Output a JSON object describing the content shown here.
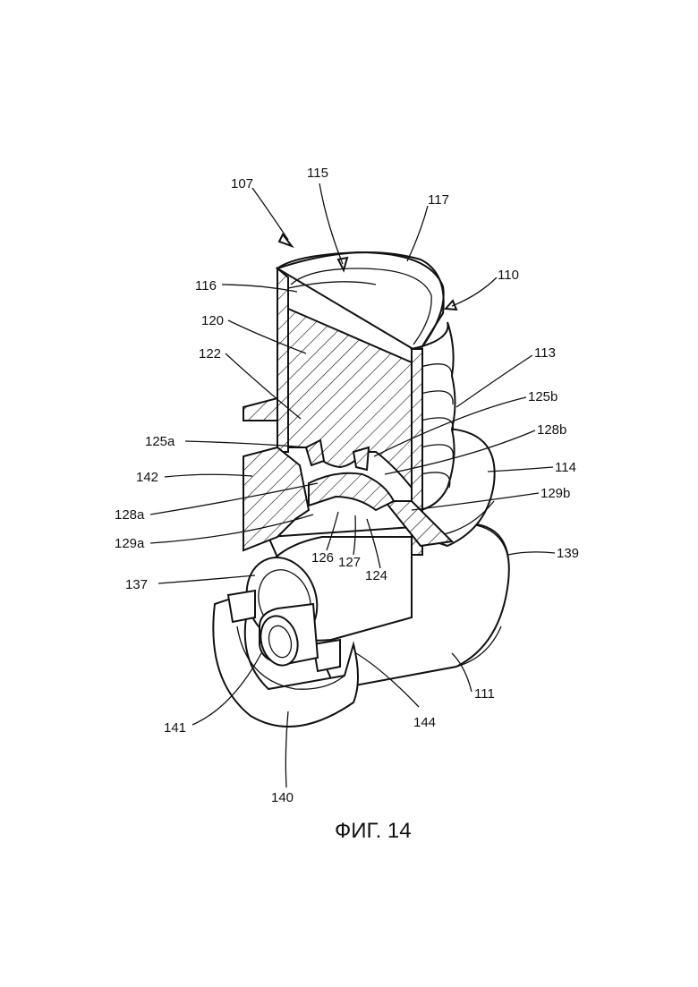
{
  "figure": {
    "caption": "ФИГ. 14",
    "labels": {
      "l107": "107",
      "l115": "115",
      "l117": "117",
      "l110": "110",
      "l116": "116",
      "l120": "120",
      "l113": "113",
      "l122": "122",
      "l125b": "125b",
      "l128b": "128b",
      "l125a": "125a",
      "l114": "114",
      "l142": "142",
      "l129b": "129b",
      "l128a": "128a",
      "l129a": "129a",
      "l126": "126",
      "l127": "127",
      "l124": "124",
      "l139": "139",
      "l137": "137",
      "l111": "111",
      "l141": "141",
      "l144": "144",
      "l140": "140"
    }
  }
}
